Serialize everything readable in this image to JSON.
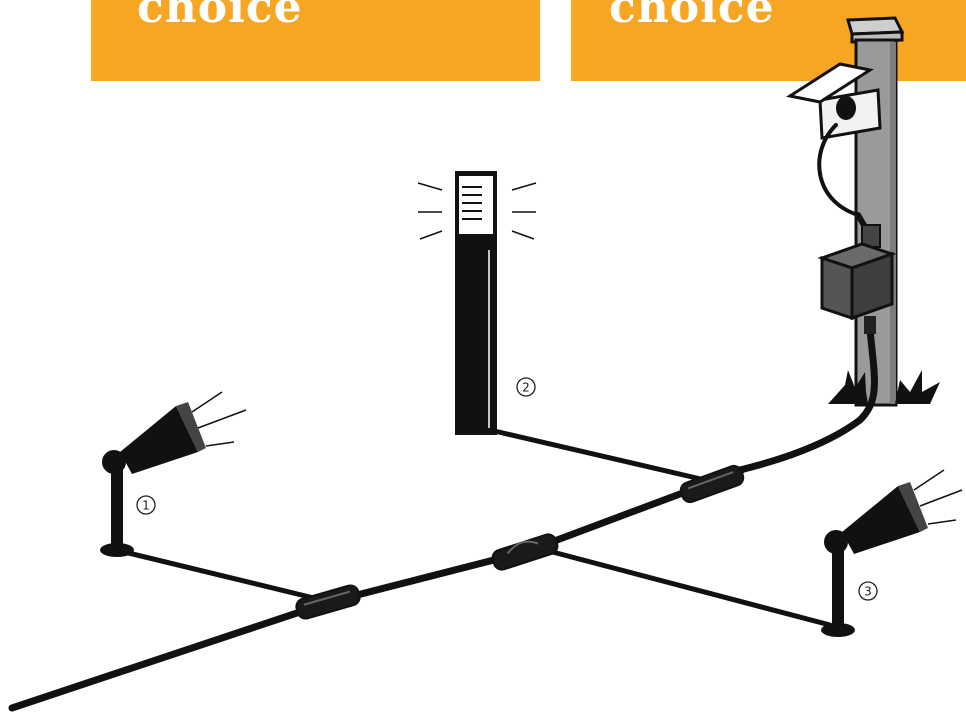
{
  "banners": {
    "left_text": "choice",
    "right_text": "choice"
  },
  "markers": {
    "spotlight_1": "1",
    "bollard_2": "2",
    "spotlight_3": "3"
  },
  "colors": {
    "banner": "#f6a623",
    "cable": "#111111",
    "post": "#9a9a9a",
    "transformer": "#4a4a4a"
  }
}
